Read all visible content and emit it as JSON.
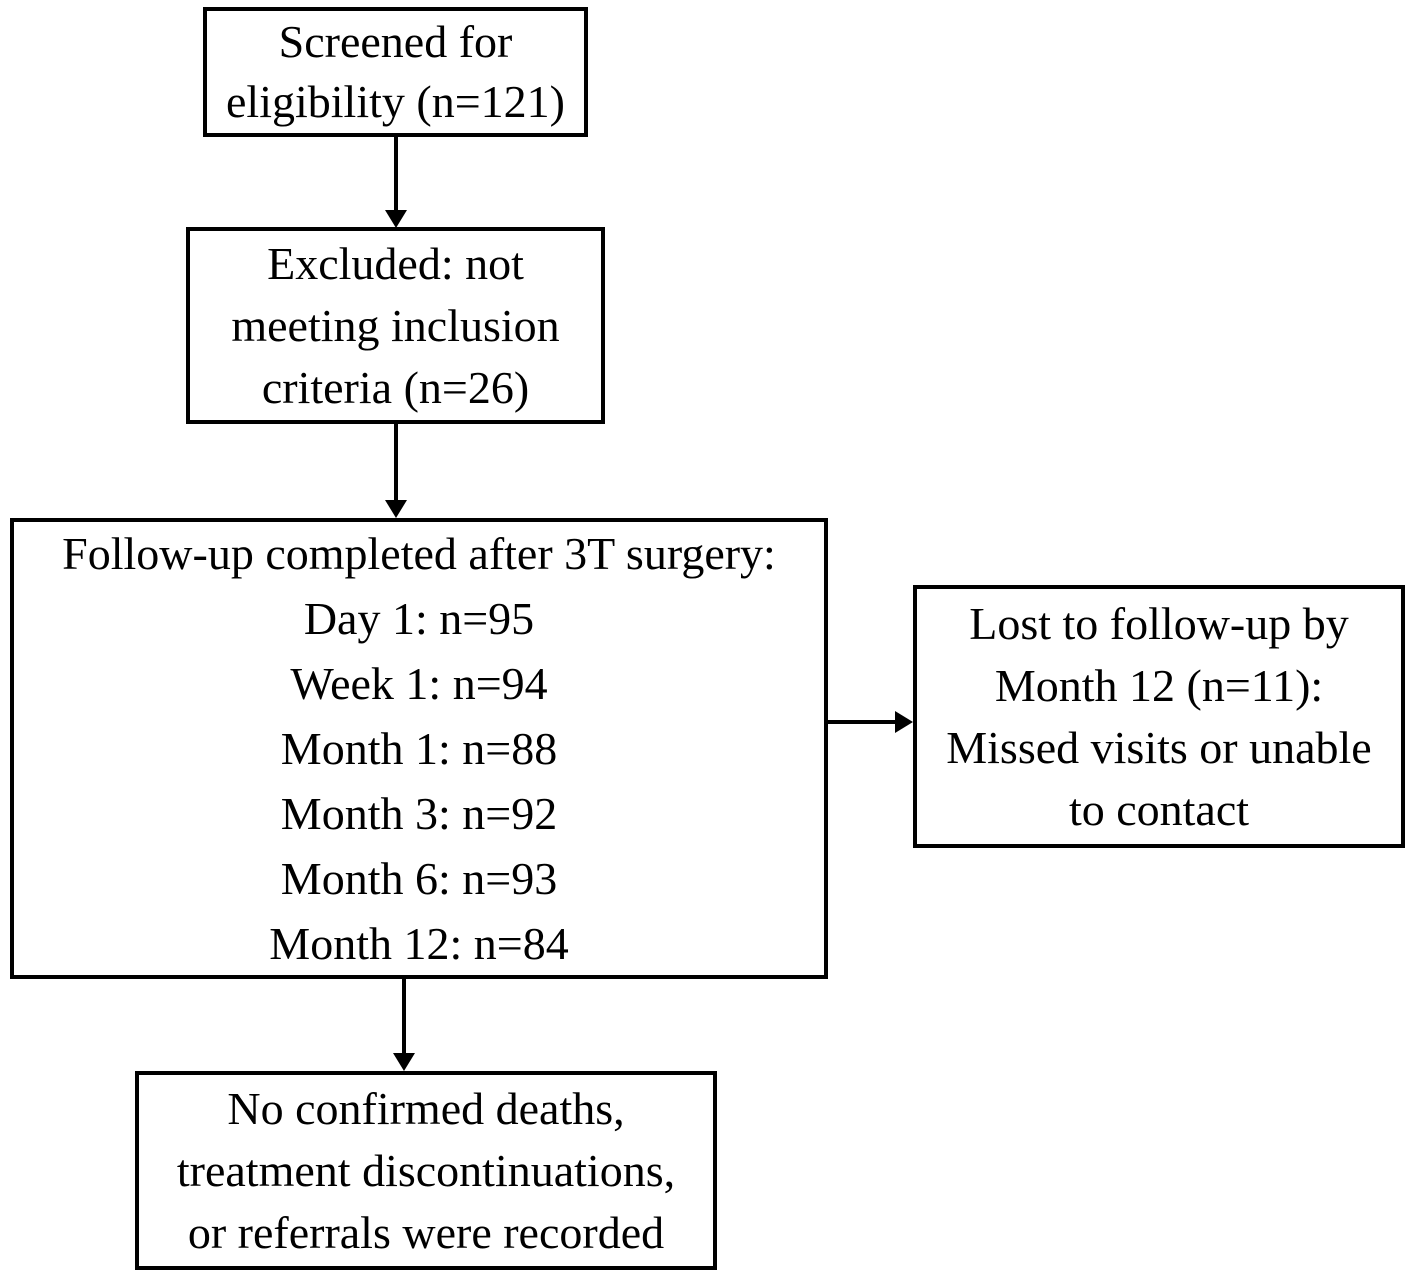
{
  "colors": {
    "background": "#ffffff",
    "border": "#000000",
    "text": "#000000"
  },
  "boxes": {
    "screened": {
      "lines": [
        "Screened for",
        "eligibility (n=121)"
      ]
    },
    "excluded": {
      "lines": [
        "Excluded: not",
        "meeting inclusion",
        "criteria (n=26)"
      ]
    },
    "followup": {
      "lines": [
        "Follow-up completed after 3T surgery:",
        "Day 1: n=95",
        "Week 1: n=94",
        "Month 1: n=88",
        "Month 3: n=92",
        "Month 6: n=93",
        "Month 12: n=84"
      ]
    },
    "lost": {
      "lines": [
        "Lost to follow-up by",
        "Month 12 (n=11):",
        "Missed visits or unable",
        "to contact"
      ]
    },
    "outcome": {
      "lines": [
        "No confirmed deaths,",
        "treatment discontinuations,",
        "or referrals were recorded"
      ]
    }
  },
  "connections": [
    {
      "from": "screened",
      "to": "excluded",
      "direction": "down"
    },
    {
      "from": "excluded",
      "to": "followup",
      "direction": "down"
    },
    {
      "from": "followup",
      "to": "lost",
      "direction": "right"
    },
    {
      "from": "followup",
      "to": "outcome",
      "direction": "down"
    }
  ]
}
